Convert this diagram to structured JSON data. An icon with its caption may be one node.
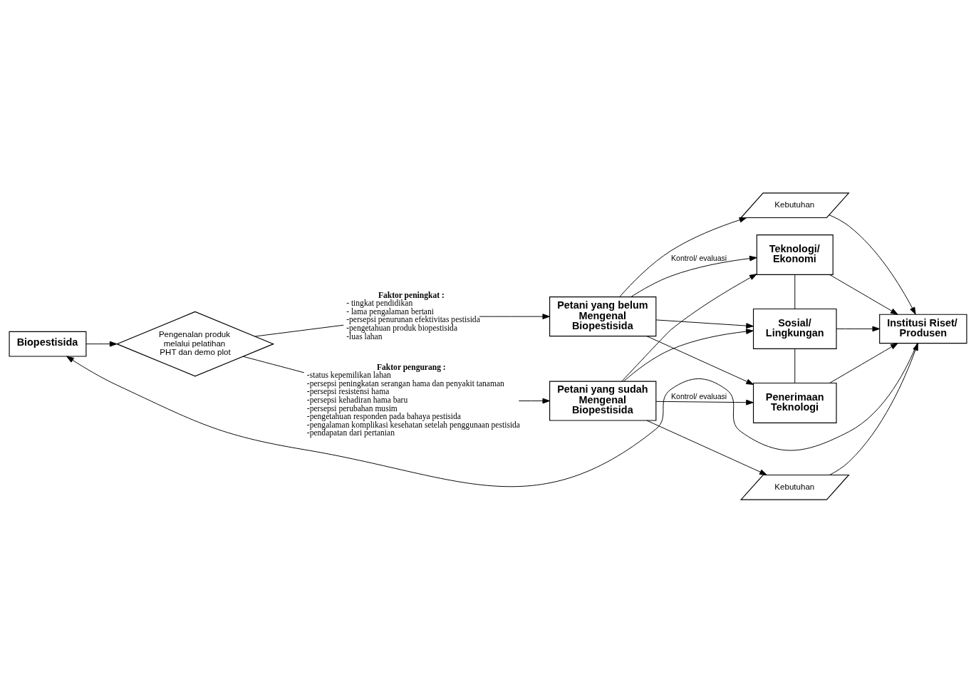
{
  "diagram": {
    "nodes": [
      {
        "text": [
          "Biopestisida"
        ]
      },
      {
        "text": [
          "Faktor peningkat :",
          "- tingkat pendidikan",
          "- lama pengalaman bertani",
          "-persepsi penurunan efektivitas pestisida",
          "-pengetahuan produk biopestisida",
          "-luas lahan"
        ]
      },
      {
        "text": [
          "Petani yang belum Mengenal Biopestisida"
        ]
      },
      {
        "text": [
          "Kebutuhan"
        ]
      },
      {
        "text": [
          "Pengenalan produk melalui pelatihan PHT dan demo plot"
        ]
      },
      {
        "text": [
          "Teknologi/ Ekonomi"
        ]
      },
      {
        "text": [
          "Sosial/ Lingkungan"
        ]
      },
      {
        "text": [
          "Institusi Riset/ Produsen"
        ]
      },
      {
        "text": [
          "Penerimaan Teknologi"
        ]
      },
      {
        "text": [
          "Faktor pengurang :",
          "-status kepemilikan lahan",
          "-persepsi peningkatan serangan hama dan penyakit tanaman",
          "-persepsi resistensi hama",
          "-persepsi kehadiran hama baru",
          "-persepsi perubahan musim",
          "-pengetahuan responden pada bahaya pestisida",
          "-pengalaman komplikasi kesehatan setelah penggunaan pestisida",
          "-pendapatan dari pertanian"
        ]
      },
      {
        "text": [
          "Petani yang sudah Mengenal Biopestisida"
        ]
      },
      {
        "text": [
          "Kebutuhan"
        ]
      }
    ],
    "edges": [
      {
        "from": 7,
        "to": 0,
        "arrow": "to"
      },
      {
        "from": 0,
        "to": 4,
        "arrow": "to"
      },
      {
        "from": 4,
        "to": 1,
        "arrow": "none"
      },
      {
        "from": 1,
        "to": 2,
        "arrow": "to"
      },
      {
        "from": 4,
        "to": 9,
        "arrow": "none"
      },
      {
        "from": 9,
        "to": 10,
        "arrow": "to"
      },
      {
        "from": 2,
        "to": 3,
        "arrow": "to"
      },
      {
        "from": 10,
        "to": 11,
        "arrow": "to"
      },
      {
        "from": 2,
        "to": 5,
        "arrow": "to",
        "label": "Kontrol/ evaluasi"
      },
      {
        "from": 2,
        "to": 6,
        "arrow": "to"
      },
      {
        "from": 2,
        "to": 8,
        "arrow": "to"
      },
      {
        "from": 10,
        "to": 5,
        "arrow": "to"
      },
      {
        "from": 10,
        "to": 6,
        "arrow": "to"
      },
      {
        "from": 10,
        "to": 8,
        "arrow": "to",
        "label": "Kontrol/ evaluasi"
      },
      {
        "from": 5,
        "to": 6,
        "arrow": "none"
      },
      {
        "from": 6,
        "to": 8,
        "arrow": "none"
      },
      {
        "from": 5,
        "to": 7,
        "arrow": "to"
      },
      {
        "from": 6,
        "to": 7,
        "arrow": "to"
      },
      {
        "from": 8,
        "to": 7,
        "arrow": "to"
      },
      {
        "from": 3,
        "to": 7,
        "arrow": "to"
      },
      {
        "from": 11,
        "to": 7,
        "arrow": "to"
      }
    ]
  }
}
